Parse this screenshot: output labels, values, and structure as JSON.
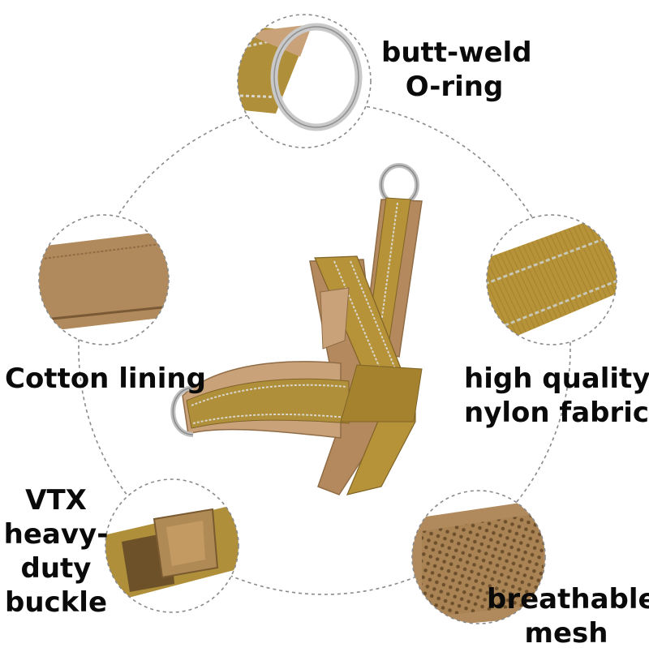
{
  "features": [
    {
      "id": "oring",
      "lines": [
        "butt-weld",
        "O-ring"
      ],
      "icon": "o-ring-closeup"
    },
    {
      "id": "cotton",
      "lines": [
        "Cotton lining"
      ],
      "icon": "cotton-lining-closeup"
    },
    {
      "id": "nylon",
      "lines": [
        "high quality",
        "nylon fabric"
      ],
      "icon": "nylon-fabric-closeup"
    },
    {
      "id": "buckle",
      "lines": [
        "VTX",
        "heavy-",
        "duty",
        "buckle"
      ],
      "icon": "buckle-closeup"
    },
    {
      "id": "mesh",
      "lines": [
        "breathable",
        "mesh"
      ],
      "icon": "mesh-closeup"
    }
  ],
  "colors": {
    "strap": "#b08f3a",
    "strap_dark": "#8f7030",
    "lining": "#b5895e",
    "lining_light": "#c9a27a",
    "metal": "#c9c9c9",
    "reflective": "#d9d6cc",
    "dashed_circle": "#8a8a8a",
    "text": "#0a0a0a"
  }
}
